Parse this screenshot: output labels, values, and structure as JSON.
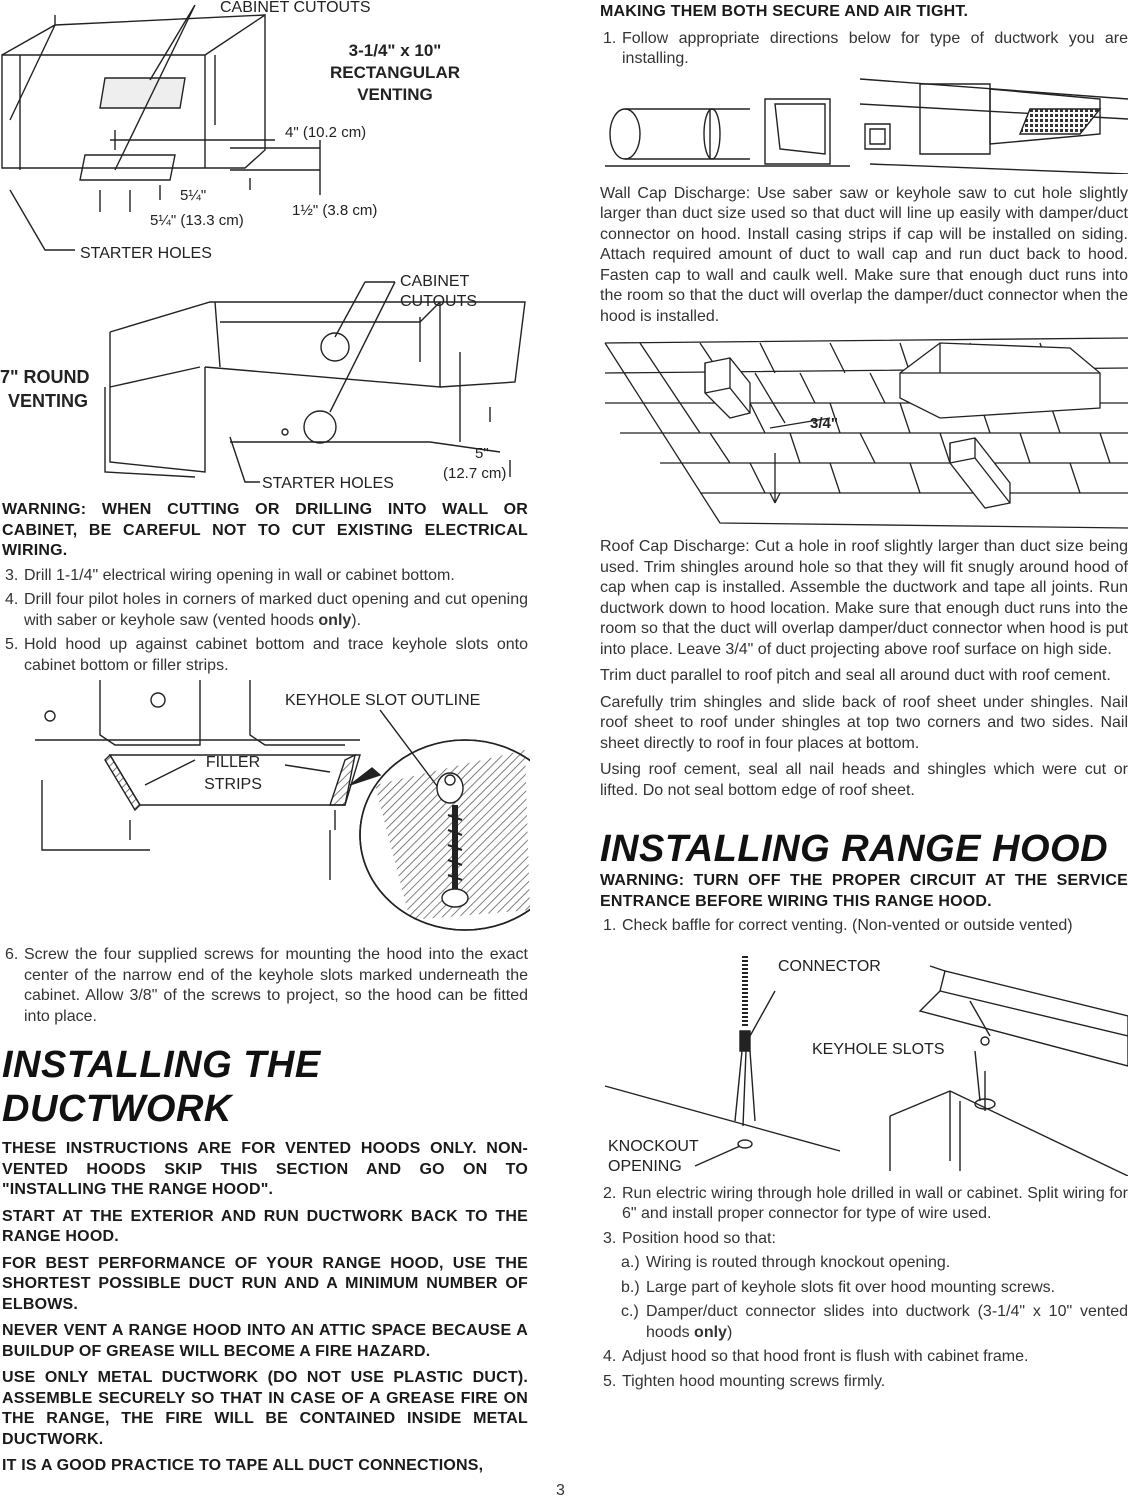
{
  "figures": {
    "rect_venting": {
      "cabinet_cutouts": "CABINET CUTOUTS",
      "title_line1": "3-1/4\" x 10\"",
      "title_line2": "RECTANGULAR",
      "title_line3": "VENTING",
      "dim_4in": "4\" (10.2 cm)",
      "dim_5_1_4_a": "5¼\"",
      "dim_5_1_4_b": "5¼\" (13.3 cm)",
      "dim_1_1_2": "1½\" (3.8 cm)",
      "starter_holes": "STARTER HOLES"
    },
    "round_venting": {
      "cabinet_line1": "CABINET",
      "cabinet_line2": "CUTOUTS",
      "title_line1": "7\" ROUND",
      "title_line2": "VENTING",
      "dim_5in": "5\"",
      "dim_5in_cm": "(12.7 cm)",
      "starter_holes": "STARTER HOLES"
    },
    "keyhole": {
      "keyhole_slot_outline": "KEYHOLE SLOT OUTLINE",
      "filler_line1": "FILLER",
      "filler_line2": "STRIPS"
    },
    "roof": {
      "dim_3_4": "3/4\""
    },
    "connector": {
      "connector": "CONNECTOR",
      "keyhole_slots": "KEYHOLE SLOTS",
      "knockout_line1": "KNOCKOUT",
      "knockout_line2": "OPENING"
    }
  },
  "left": {
    "warning": "WARNING: WHEN CUTTING OR DRILLING INTO WALL OR CABINET, BE CAREFUL NOT TO CUT EXISTING ELECTRICAL WIRING.",
    "steps": [
      {
        "n": "3.",
        "text": "Drill 1-1/4\" electrical wiring opening in wall or cabinet bottom."
      },
      {
        "n": "4.",
        "text": "Drill four pilot holes in corners of marked duct opening and cut opening with saber or keyhole saw (vented hoods",
        "bold": "only",
        "tail": ")."
      },
      {
        "n": "5.",
        "text": "Hold hood up against cabinet bottom and trace keyhole slots onto cabinet bottom or filler strips."
      }
    ],
    "step6": {
      "n": "6.",
      "text": "Screw the four supplied screws for mounting the hood into the exact center of the narrow end of the keyhole slots marked underneath the cabinet. Allow 3/8\" of the screws to project, so the hood can be fitted into place."
    },
    "ductwork_title_line1": "INSTALLING THE",
    "ductwork_title_line2": "DUCTWORK",
    "caps": [
      "THESE INSTRUCTIONS ARE FOR VENTED HOODS ONLY. NON-VENTED HOODS SKIP THIS SECTION AND GO ON TO \"INSTALLING THE RANGE HOOD\".",
      "START AT THE EXTERIOR AND RUN DUCTWORK BACK TO THE RANGE HOOD.",
      "FOR BEST PERFORMANCE OF YOUR RANGE HOOD, USE THE SHORTEST POSSIBLE DUCT RUN AND A MINIMUM NUMBER OF ELBOWS.",
      "NEVER VENT A RANGE HOOD INTO AN ATTIC SPACE BECAUSE A BUILDUP OF GREASE WILL BECOME A FIRE HAZARD.",
      "USE ONLY METAL DUCTWORK (DO NOT USE PLASTIC DUCT). ASSEMBLE SECURELY SO THAT IN CASE OF A GREASE FIRE ON THE RANGE, THE FIRE WILL BE CONTAINED INSIDE METAL DUCTWORK.",
      "IT IS A GOOD PRACTICE TO TAPE ALL DUCT CONNECTIONS,"
    ]
  },
  "right": {
    "heading": "MAKING THEM BOTH SECURE AND AIR TIGHT.",
    "step1": {
      "n": "1.",
      "text": "Follow appropriate directions below for type of ductwork you are installing."
    },
    "wall_cap": "Wall Cap Discharge:  Use saber saw or keyhole saw to cut hole slightly larger than duct size used so that duct will line up easily with damper/duct connector on hood. Install casing strips if cap will be installed on siding. Attach required amount of duct to wall cap and run duct back to hood. Fasten cap to wall and caulk well. Make sure that enough duct runs into the room so that the duct will overlap the damper/duct connector when the hood is installed.",
    "roof_paras": [
      "Roof Cap Discharge:  Cut a hole in roof slightly larger than duct size being used. Trim shingles around hole so that they will fit snugly around hood of cap when cap is installed. Assemble the ductwork and tape all joints. Run ductwork down to hood location. Make sure that enough duct runs into the room so that the duct will overlap damper/duct connector when hood is put into place. Leave 3/4\" of duct projecting above roof surface on high side.",
      "Trim duct parallel to roof pitch and seal all around duct with roof cement.",
      "Carefully trim shingles and slide back of roof sheet under shingles. Nail roof sheet to roof under shingles at top two corners and two sides. Nail sheet directly to roof in four places at bottom.",
      "Using roof cement, seal all nail heads and shingles which were cut or lifted. Do not seal bottom edge of roof sheet."
    ],
    "range_title": "INSTALLING RANGE HOOD",
    "range_warning": "WARNING: TURN OFF THE PROPER CIRCUIT AT THE SERVICE ENTRANCE BEFORE WIRING THIS RANGE HOOD.",
    "range_step1": {
      "n": "1.",
      "text": "Check baffle for correct venting. (Non-vented or outside vented)"
    },
    "range_steps": [
      {
        "n": "2.",
        "text": "Run electric wiring through hole drilled in wall or cabinet. Split wiring for 6\" and install proper connector for type of wire used."
      },
      {
        "n": "3.",
        "text": "Position hood so that:"
      }
    ],
    "sub_steps": [
      {
        "n": "a.)",
        "text": "Wiring is routed through knockout opening."
      },
      {
        "n": "b.)",
        "text": "Large part of keyhole slots fit over hood mounting screws."
      },
      {
        "n": "c.)",
        "text": "Damper/duct connector slides into ductwork (3-1/4\" x 10\" vented hoods",
        "bold": "only",
        "tail": ")"
      }
    ],
    "final_steps": [
      {
        "n": "4.",
        "text": "Adjust hood so that hood front is flush with cabinet frame."
      },
      {
        "n": "5.",
        "text": "Tighten hood mounting screws firmly."
      }
    ]
  },
  "page_number": "3"
}
